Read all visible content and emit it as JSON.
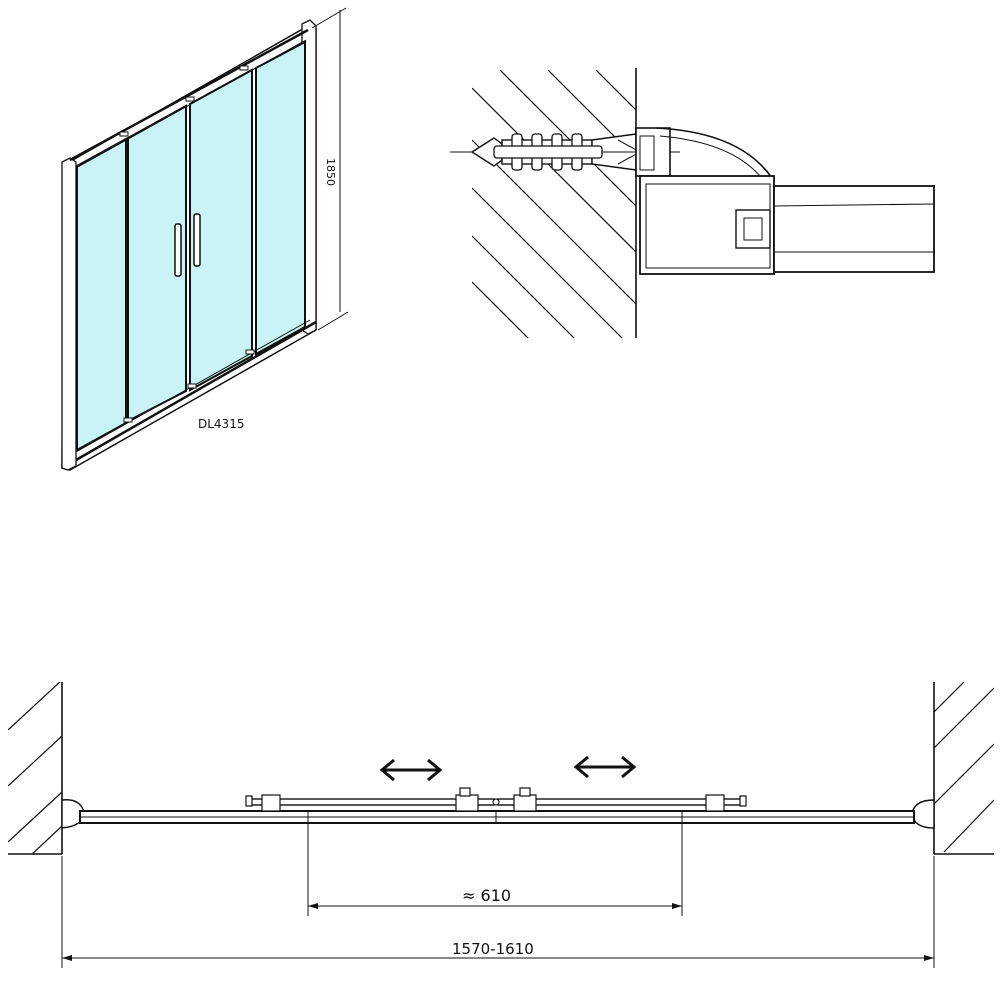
{
  "labels": {
    "model": "DL4315",
    "height_dim": "1850",
    "opening_width": "≈ 610",
    "total_width": "1570-1610"
  },
  "colors": {
    "line": "#111111",
    "glass": "#c9f3f4",
    "background": "#ffffff"
  },
  "icons": {
    "slide_arrows": "double-headed-arrow-icon"
  }
}
